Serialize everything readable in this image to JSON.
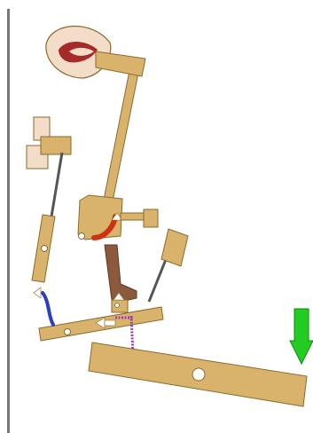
{
  "diagram": {
    "subject": "upright-piano-action",
    "colors": {
      "wood": "#d9b36b",
      "wood_stroke": "#8a6a2e",
      "felt_hammer": "#f3dcc8",
      "hammer_red": "#a52a2a",
      "spring_red": "#cc3311",
      "jack_brown": "#8b5a3c",
      "wire_gray": "#555555",
      "rail_gray": "#777777",
      "spring_purple": "#9b3fb5",
      "spring_blue": "#2b3fbf",
      "arrow_green": "#22cc22",
      "arrow_white": "#ffffff"
    },
    "icons": {
      "force_arrow": "down-arrow",
      "motion_arrow_left": "left-arrow",
      "motion_arrow_up": "up-arrow"
    }
  }
}
